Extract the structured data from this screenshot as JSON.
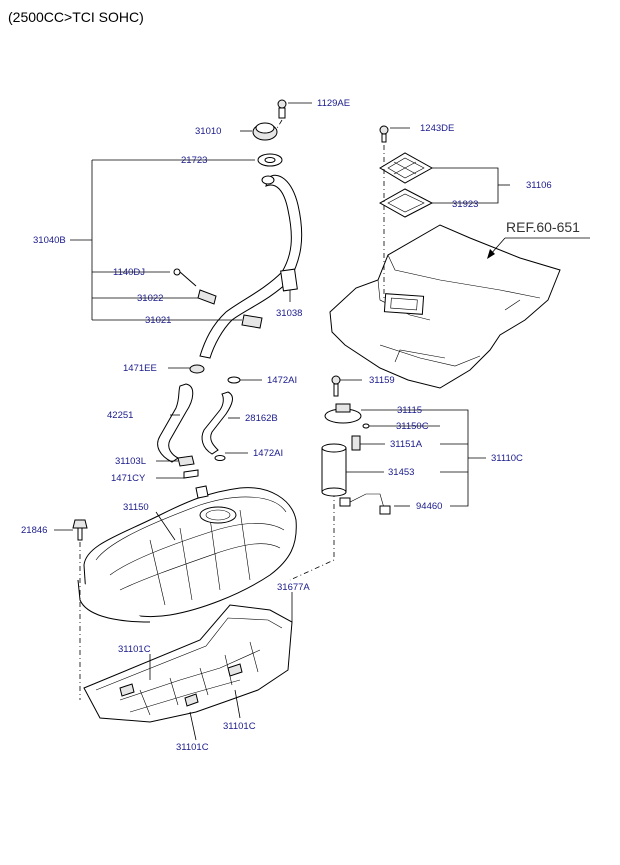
{
  "title": "(2500CC>TCI SOHC)",
  "reference": "REF.60-651",
  "labels": {
    "p1129AE": "1129AE",
    "p31010": "31010",
    "p1243DE": "1243DE",
    "p21723": "21723",
    "p31106": "31106",
    "p31923": "31923",
    "p31040B": "31040B",
    "p1140DJ": "1140DJ",
    "p31022": "31022",
    "p31038": "31038",
    "p31021": "31021",
    "p1471EE": "1471EE",
    "p1472AI_a": "1472AI",
    "p31159": "31159",
    "p42251": "42251",
    "p28162B": "28162B",
    "p31115": "31115",
    "p31150C": "31150C",
    "p31151A": "31151A",
    "p31110C": "31110C",
    "p1472AI_b": "1472AI",
    "p31103L": "31103L",
    "p1471CY": "1471CY",
    "p31453": "31453",
    "p94460": "94460",
    "p31150": "31150",
    "p21846": "21846",
    "p31677A": "31677A",
    "p31101C_a": "31101C",
    "p31101C_b": "31101C",
    "p31101C_c": "31101C"
  }
}
